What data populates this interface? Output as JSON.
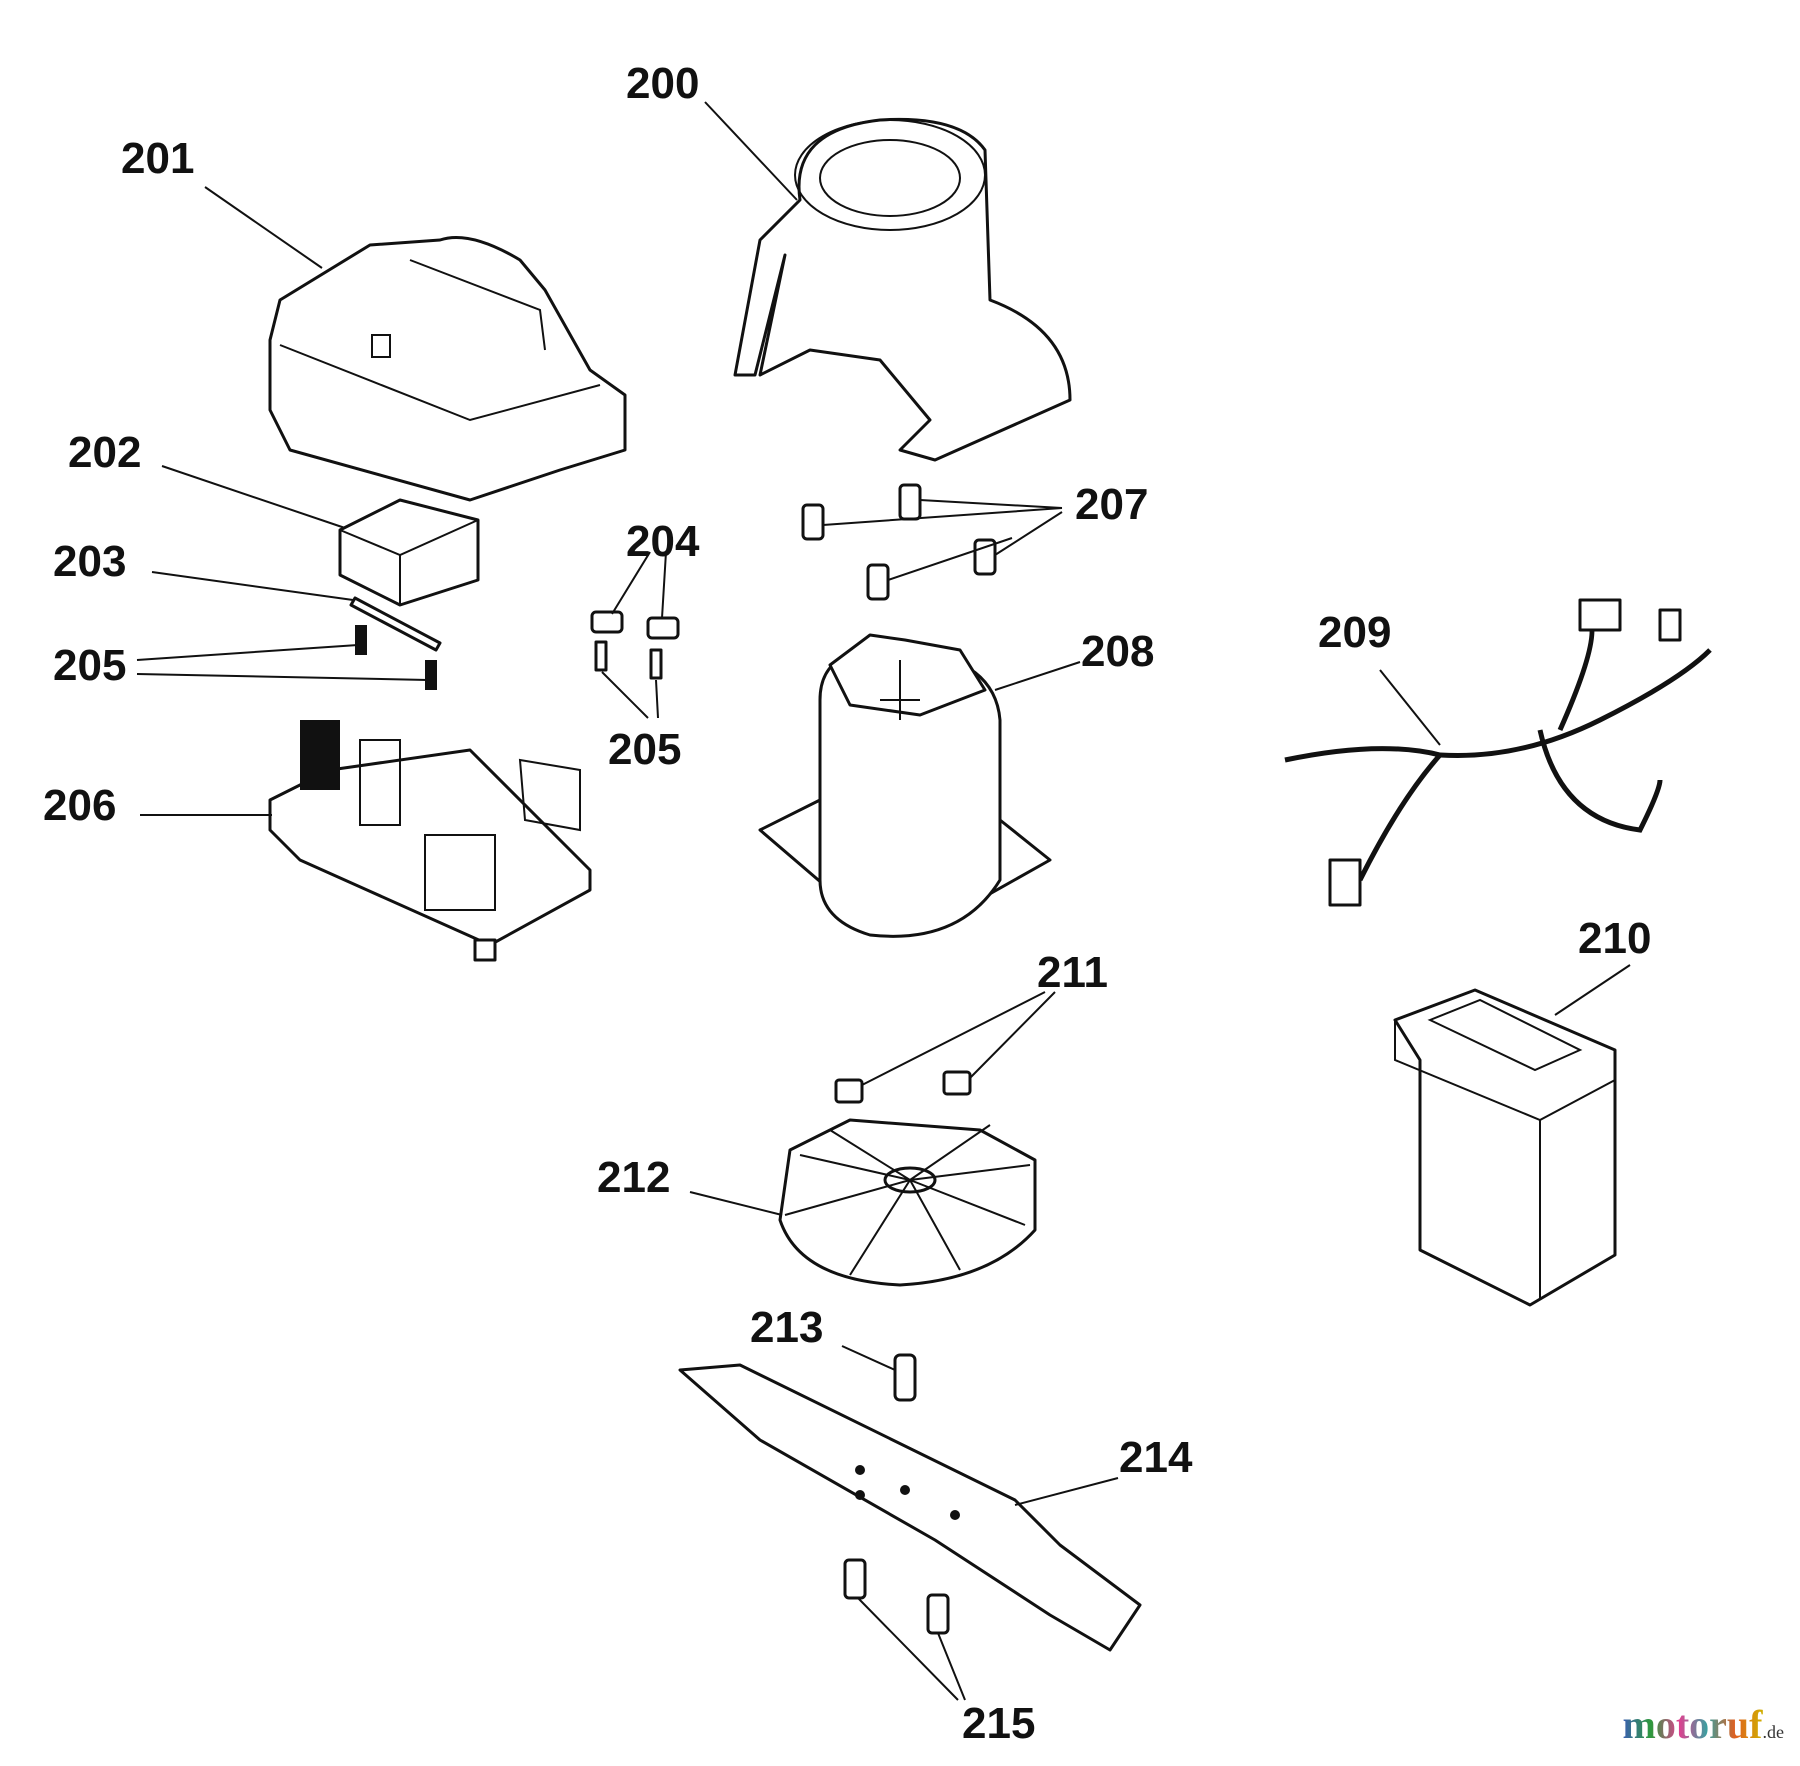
{
  "diagram": {
    "labels": {
      "p200": "200",
      "p201": "201",
      "p202": "202",
      "p203": "203",
      "p204": "204",
      "p205a": "205",
      "p205b": "205",
      "p206": "206",
      "p207": "207",
      "p208": "208",
      "p209": "209",
      "p210": "210",
      "p211": "211",
      "p212": "212",
      "p213": "213",
      "p214": "214",
      "p215": "215"
    }
  },
  "watermark": {
    "brand": "motoruf",
    "tld": ".de"
  }
}
